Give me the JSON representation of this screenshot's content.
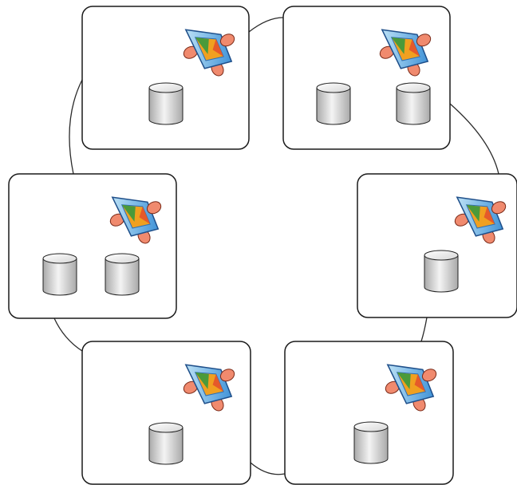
{
  "diagram": {
    "type": "ring-network",
    "node_count": 6,
    "colors": {
      "background": "#ffffff",
      "node_border": "#1a1a1a",
      "node_fill": "#ffffff",
      "connector": "#2a2a2a",
      "cylinder_light": "#f4f4f4",
      "cylinder_dark": "#a9a9a9",
      "icon_blue": "#3a8fd6",
      "icon_light_blue": "#bfe3f6",
      "icon_salmon": "#f08a6e",
      "icon_orange": "#f0a020",
      "icon_green": "#4a9a3a"
    },
    "nodes": [
      {
        "id": "node-top-left",
        "cylinders": 1,
        "icon": "server-app-icon",
        "cylinder_icon": "database-cylinder-icon"
      },
      {
        "id": "node-top-right",
        "cylinders": 2,
        "icon": "server-app-icon",
        "cylinder_icon": "database-cylinder-icon"
      },
      {
        "id": "node-mid-right",
        "cylinders": 1,
        "icon": "server-app-icon",
        "cylinder_icon": "database-cylinder-icon"
      },
      {
        "id": "node-bottom-right",
        "cylinders": 1,
        "icon": "server-app-icon",
        "cylinder_icon": "database-cylinder-icon"
      },
      {
        "id": "node-bottom-left",
        "cylinders": 1,
        "icon": "server-app-icon",
        "cylinder_icon": "database-cylinder-icon"
      },
      {
        "id": "node-mid-left",
        "cylinders": 2,
        "icon": "server-app-icon",
        "cylinder_icon": "database-cylinder-icon"
      }
    ],
    "connections": [
      {
        "from": "node-top-left",
        "to": "node-top-right"
      },
      {
        "from": "node-top-right",
        "to": "node-mid-right"
      },
      {
        "from": "node-mid-right",
        "to": "node-bottom-right"
      },
      {
        "from": "node-bottom-right",
        "to": "node-bottom-left"
      },
      {
        "from": "node-bottom-left",
        "to": "node-mid-left"
      },
      {
        "from": "node-mid-left",
        "to": "node-top-left"
      }
    ]
  }
}
